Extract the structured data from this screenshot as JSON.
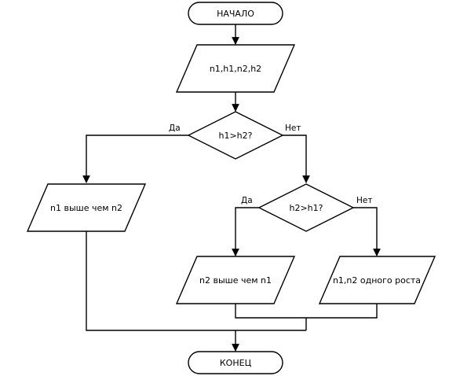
{
  "flowchart": {
    "start": "НАЧАЛО",
    "input": "n1,h1,n2,h2",
    "decision1": "h1>h2?",
    "decision1_yes": "Да",
    "decision1_no": "Нет",
    "output1": "n1 выше чем n2",
    "decision2": "h2>h1?",
    "decision2_yes": "Да",
    "decision2_no": "Нет",
    "output2": "n2 выше чем n1",
    "output3": "n1,n2 одного роста",
    "end": "КОНЕЦ"
  }
}
